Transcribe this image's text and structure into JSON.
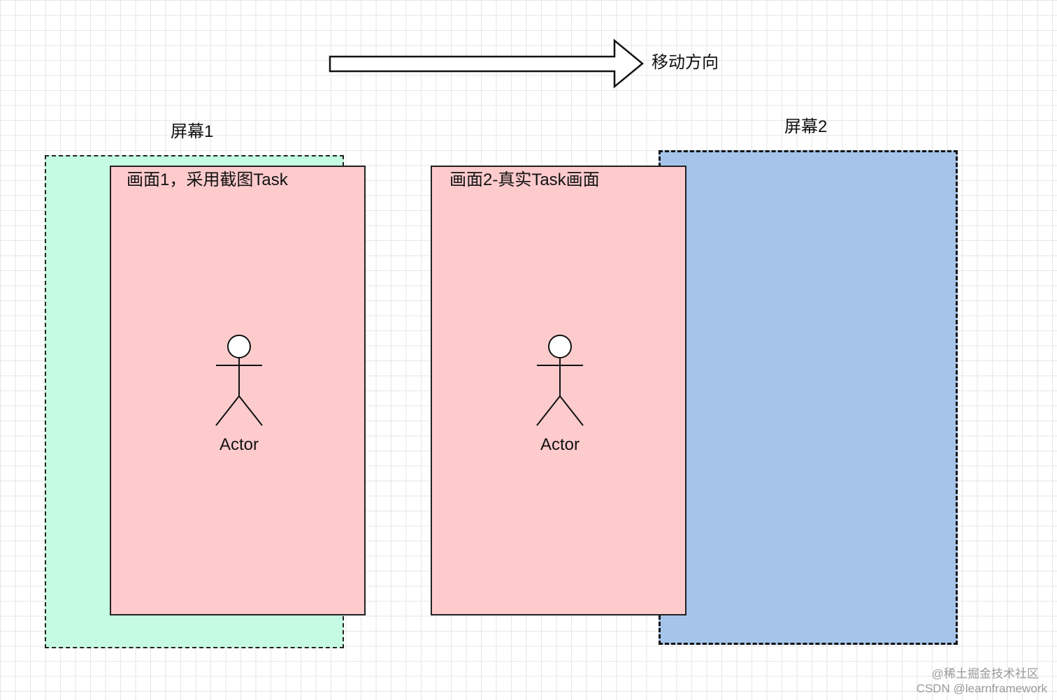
{
  "direction": {
    "label": "移动方向"
  },
  "screens": [
    {
      "label": "屏幕1",
      "fill": "#c6fbe3"
    },
    {
      "label": "屏幕2",
      "fill": "#a6c4e9"
    }
  ],
  "frames": [
    {
      "title": "画面1，采用截图Task",
      "fill": "#fecbcd",
      "actor": "Actor"
    },
    {
      "title": "画面2-真实Task画面",
      "fill": "#fecbcd",
      "actor": "Actor"
    }
  ],
  "watermark": {
    "line1": "@稀土掘金技术社区",
    "line2": "CSDN @learnframework"
  }
}
